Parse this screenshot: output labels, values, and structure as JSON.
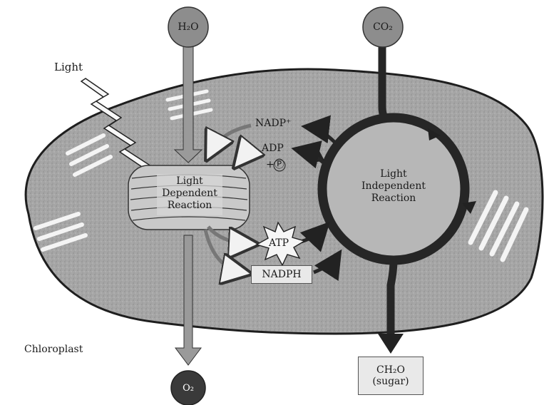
{
  "labels": {
    "light": "Light",
    "chloroplast": "Chloroplast",
    "h2o": "H₂O",
    "co2": "CO₂",
    "o2": "O₂",
    "nadp_plus": "NADP⁺",
    "adp": "ADP",
    "pi": "+Ⓟ",
    "atp": "ATP",
    "nadph": "NADPH",
    "ldr_line1": "Light",
    "ldr_line2": "Dependent",
    "ldr_line3": "Reaction",
    "lir_line1": "Light",
    "lir_line2": "Independent",
    "lir_line3": "Reaction",
    "sugar_formula": "CH₂O",
    "sugar_name": "(sugar)"
  },
  "colors": {
    "chloroplast_fill": "#a9a9a9",
    "outline": "#1e1e1e",
    "dark_arrow": "#2b2b2b",
    "grey_arrow": "#9a9a9a",
    "label_box": "#e9e9e9",
    "circle_dark": "#3a3a3a",
    "circle_grey": "#8d8d8d"
  }
}
